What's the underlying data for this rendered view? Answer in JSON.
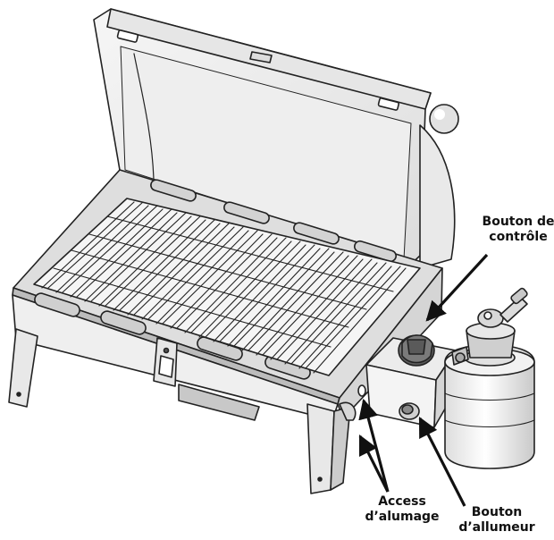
{
  "callouts": {
    "control_knob": {
      "line1": "Bouton de",
      "line2": "contrôle"
    },
    "ignition_access": {
      "line1": "Access",
      "line2": "d’alumage"
    },
    "igniter_button": {
      "line1": "Bouton",
      "line2": "d’allumeur"
    }
  },
  "colors": {
    "line": "#222222",
    "metal_light": "#f1f1f1",
    "metal_mid": "#d9d9d9",
    "metal_dark": "#a8a8a8",
    "knob": "#6e6e6e"
  }
}
